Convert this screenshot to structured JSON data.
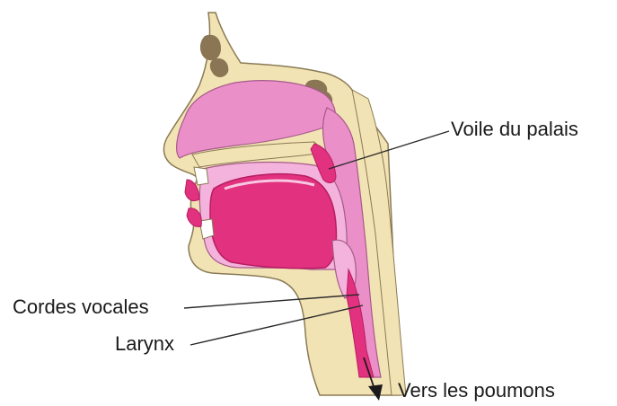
{
  "labels": {
    "voile": "Voile du palais",
    "cordes": "Cordes vocales",
    "larynx": "Larynx",
    "vers": "Vers les poumons"
  },
  "colors": {
    "skin": "#f2e3b4",
    "skin_outline": "#8a7a55",
    "cavity": "#ea8fc8",
    "cavity_light": "#f4b3dc",
    "tongue": "#e2317f",
    "tongue_dark": "#b81d62",
    "bone": "#8a7555",
    "leader_line": "#2a2a2a"
  }
}
